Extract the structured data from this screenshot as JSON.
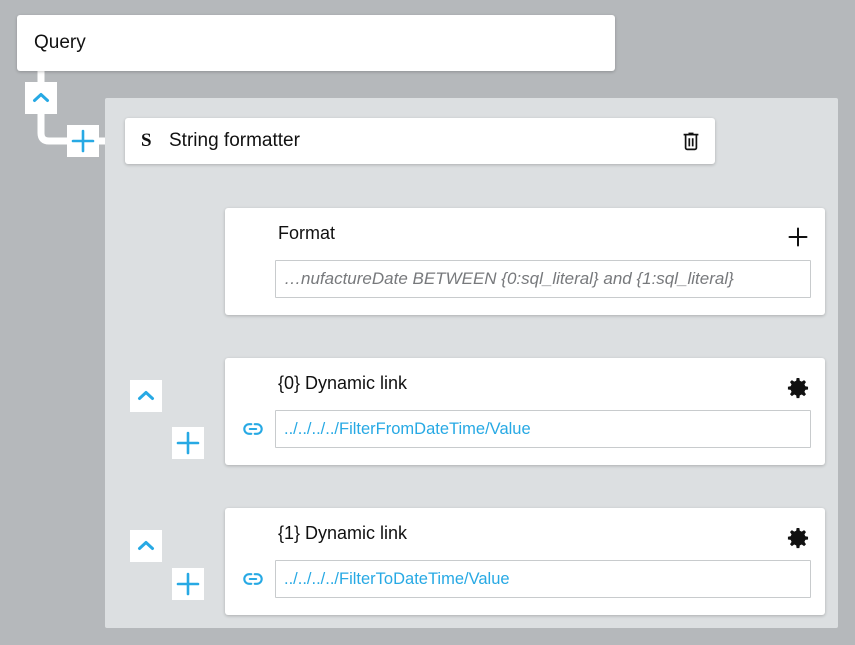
{
  "colors": {
    "canvas_background": "#b5b8bb",
    "panel_background": "#dcdfe1",
    "card_background": "#ffffff",
    "accent_blue": "#27a9e4",
    "link_text": "#27a9e4",
    "placeholder_text": "#77797c",
    "primary_text": "#111111"
  },
  "query_node": {
    "title": "Query",
    "expand_icon": "chevron-up-icon",
    "add_icon": "plus-icon"
  },
  "string_formatter": {
    "badge": "S",
    "title": "String formatter",
    "delete_icon": "trash-icon"
  },
  "parameters": [
    {
      "title": "Format",
      "action_icon": "plus-icon",
      "value": "…nufactureDate BETWEEN {0:sql_literal} and {1:sql_literal}",
      "value_style": "placeholder",
      "has_link_icon": false
    },
    {
      "title": "{0} Dynamic link",
      "action_icon": "gear-icon",
      "value": "../../../../FilterFromDateTime/Value",
      "value_style": "link",
      "has_link_icon": true,
      "link_icon": "chain-link-icon",
      "expand_icon": "chevron-up-icon",
      "add_icon": "plus-icon"
    },
    {
      "title": "{1} Dynamic link",
      "action_icon": "gear-icon",
      "value": "../../../../FilterToDateTime/Value",
      "value_style": "link",
      "has_link_icon": true,
      "link_icon": "chain-link-icon",
      "expand_icon": "chevron-up-icon",
      "add_icon": "plus-icon"
    }
  ]
}
